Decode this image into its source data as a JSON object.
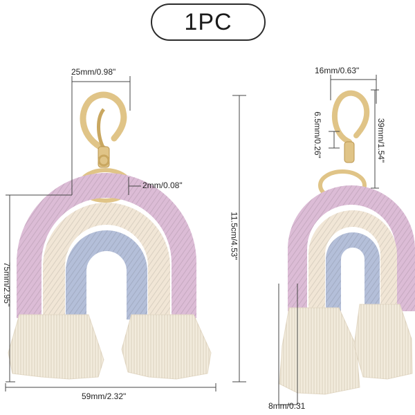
{
  "badge": {
    "label": "1PC"
  },
  "dimensions": {
    "width_top": "25mm/0.98\"",
    "ring_gap": "2mm/0.08\"",
    "total_height": "11.5cm/4.53\"",
    "rainbow_height": "75mm/2.95\"",
    "bottom_width": "59mm/2.32\"",
    "side_top_width": "16mm/0.63\"",
    "clasp_width": "6.5mm/0.26\"",
    "clasp_height": "39mm/1.54\"",
    "thickness": "8mm/0.31"
  },
  "colors": {
    "pink": "#dcbcd6",
    "cream": "#f1e6d6",
    "blue": "#b4bfd9",
    "tassel": "#f2ebdc",
    "gold": "#e0c487"
  }
}
